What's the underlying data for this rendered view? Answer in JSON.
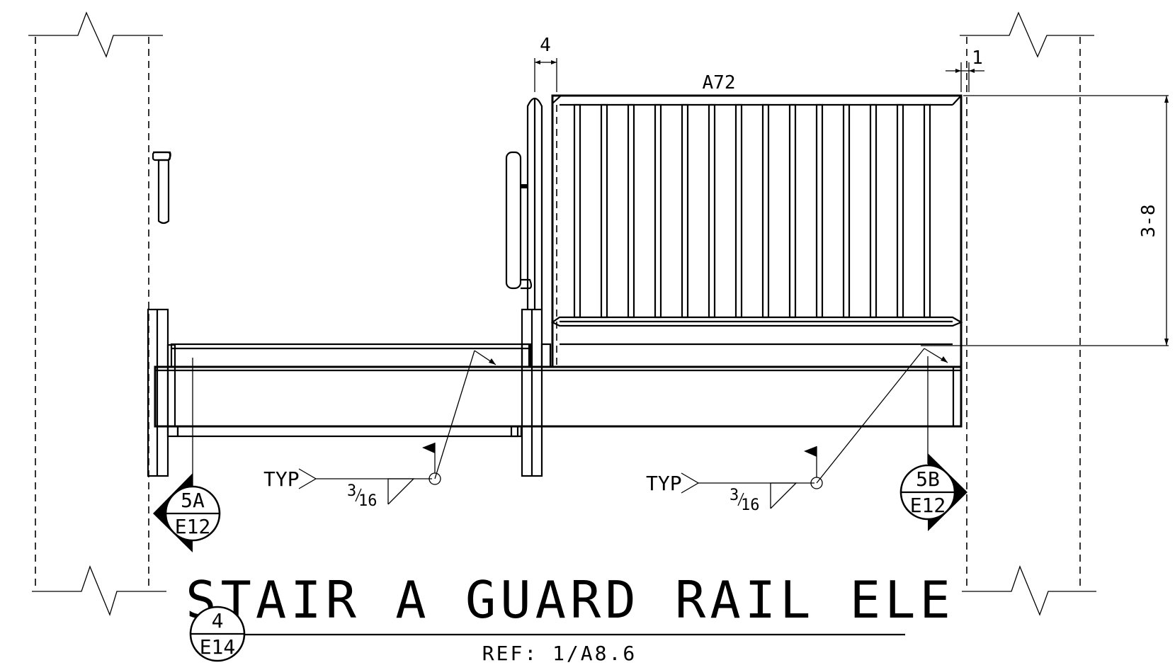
{
  "labels": {
    "dim_top_4": "4",
    "dim_top_1": "1",
    "rail_mark": "A72",
    "dim_height": "3-8",
    "weld_left_typ": "TYP",
    "weld_right_typ": "TYP",
    "weld_size_num": "3",
    "weld_size_den": "16",
    "title": "STAIR A GUARD RAIL ELE",
    "ref": "REF: 1/A8.6"
  },
  "callouts": {
    "section_left": {
      "top": "5A",
      "bottom": "E12"
    },
    "section_right": {
      "top": "5B",
      "bottom": "E12"
    },
    "detail": {
      "top": "4",
      "bottom": "E14"
    }
  }
}
